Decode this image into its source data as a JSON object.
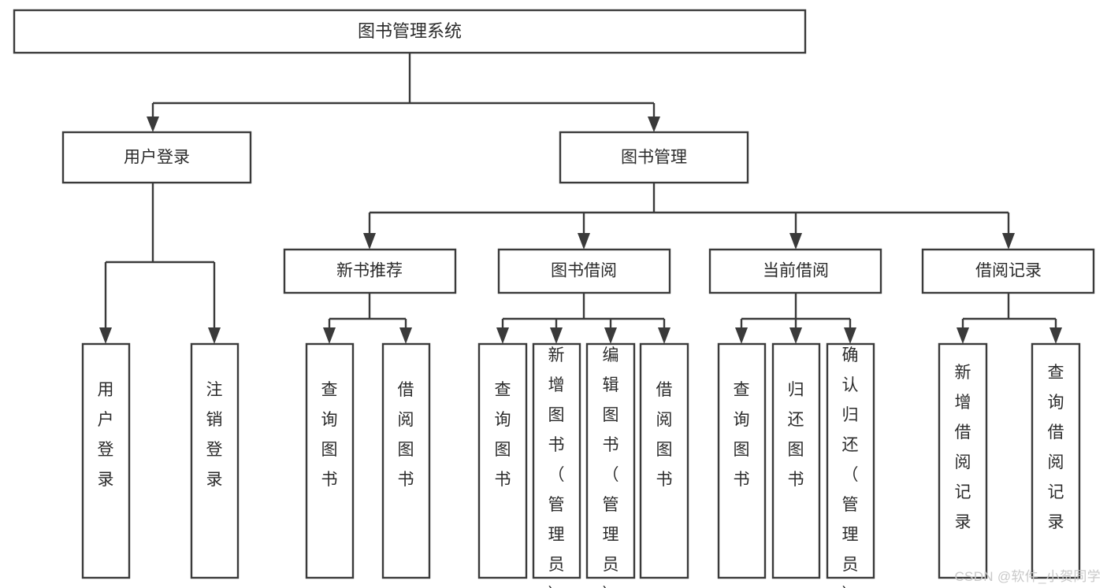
{
  "diagram": {
    "type": "tree-hierarchy-chart",
    "title": "图书管理系统",
    "orientation": "top-down",
    "colors": {
      "box_stroke": "#3a3a3a",
      "box_fill": "#ffffff",
      "text": "#2b2b2b",
      "connector": "#3a3a3a",
      "background": "#ffffff",
      "watermark": "#c9c9c9"
    },
    "levels": {
      "level1": {
        "root": {
          "label": "图书管理系统"
        }
      },
      "level2": {
        "nodes": [
          {
            "label": "用户登录"
          },
          {
            "label": "图书管理"
          }
        ]
      },
      "level3": {
        "nodes": [
          {
            "label": "新书推荐"
          },
          {
            "label": "图书借阅"
          },
          {
            "label": "当前借阅"
          },
          {
            "label": "借阅记录"
          }
        ]
      },
      "level4": {
        "groups": [
          {
            "parent": "用户登录",
            "leaves": [
              {
                "label": "用户登录"
              },
              {
                "label": "注销登录"
              }
            ]
          },
          {
            "parent": "新书推荐",
            "leaves": [
              {
                "label": "查询图书"
              },
              {
                "label": "借阅图书"
              }
            ]
          },
          {
            "parent": "图书借阅",
            "leaves": [
              {
                "label": "查询图书"
              },
              {
                "label": "新增图书（管理员）"
              },
              {
                "label": "编辑图书（管理员）"
              },
              {
                "label": "借阅图书"
              }
            ]
          },
          {
            "parent": "当前借阅",
            "leaves": [
              {
                "label": "查询图书"
              },
              {
                "label": "归还图书"
              },
              {
                "label": "确认归还（管理员）"
              }
            ]
          },
          {
            "parent": "借阅记录",
            "leaves": [
              {
                "label": "新增借阅记录"
              },
              {
                "label": "查询借阅记录"
              }
            ]
          }
        ]
      }
    }
  },
  "watermark": {
    "text": "CSDN @软件_小贺同学"
  }
}
